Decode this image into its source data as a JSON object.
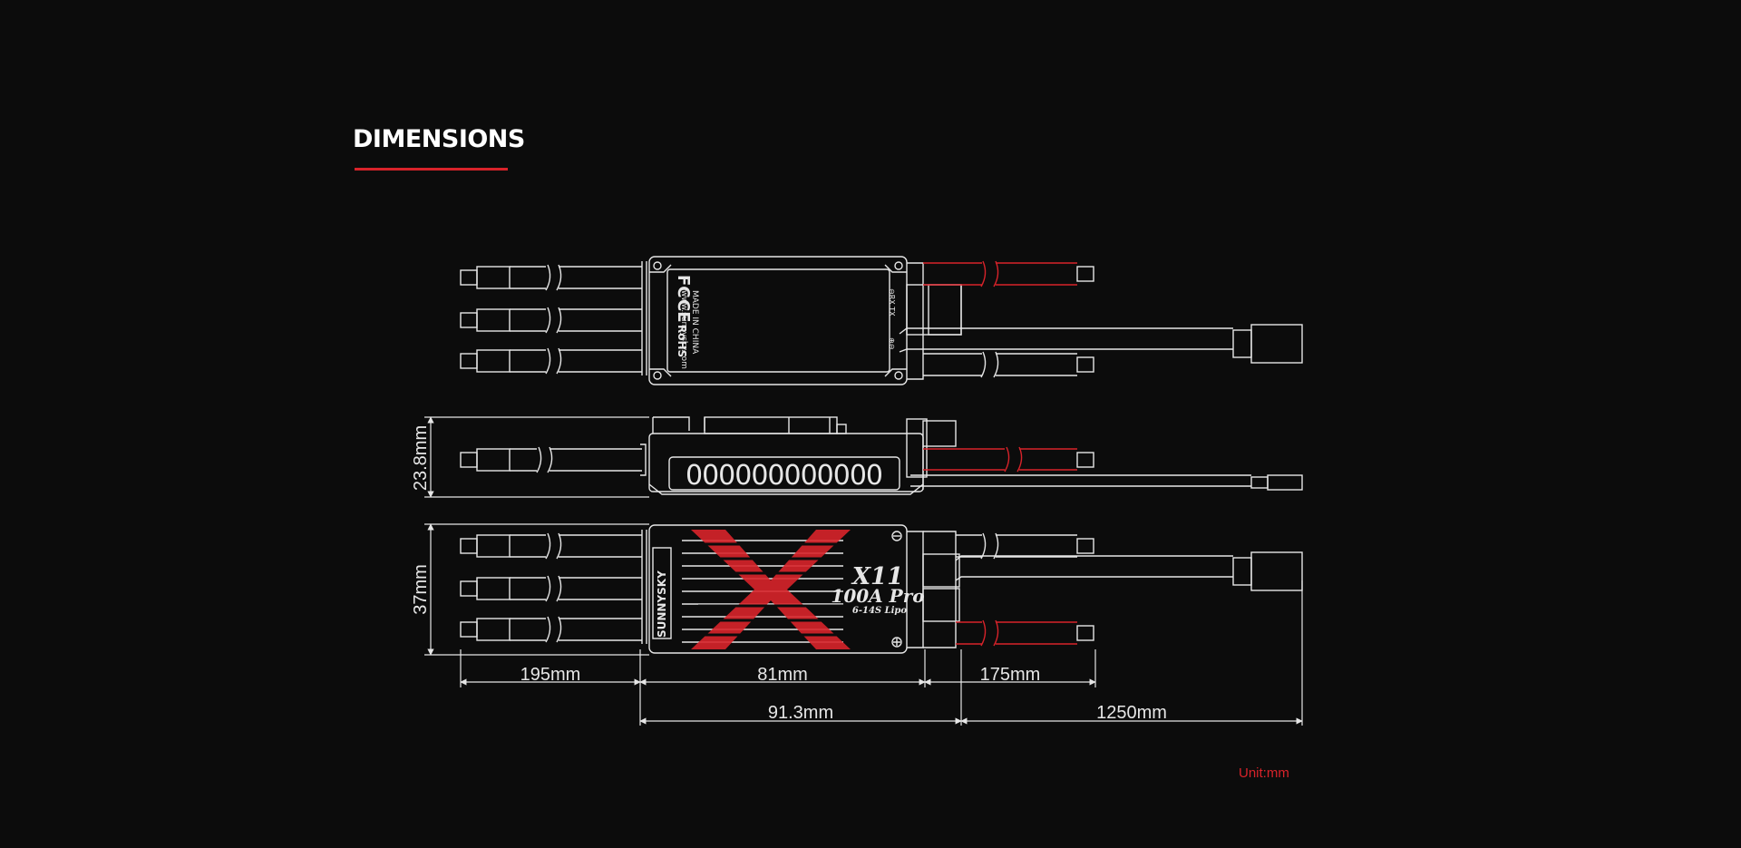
{
  "header": {
    "title": "DIMENSIONS"
  },
  "accent_color": "#d8232a",
  "line_color": "#e6e6e6",
  "top_view": {
    "logos": [
      "FC",
      "CE",
      "RoHS"
    ],
    "text_lines": [
      "MADE IN CHINA",
      "www.sunnysky.com"
    ],
    "port_label": "⊖RX TX",
    "side_label": "⊕⊖"
  },
  "side_view": {
    "vent_text": "000000000000"
  },
  "bottom_view": {
    "brand": "SUNNYSKY",
    "model_line1": "X11",
    "model_line2": "100A Pro",
    "model_line3": "6-14S Lipo"
  },
  "dimensions": {
    "height": "23.8mm",
    "width": "37mm",
    "motor_wire": "195mm",
    "body_length": "81mm",
    "battery_wire": "175mm",
    "overall_length": "91.3mm",
    "signal_wire": "1250mm"
  },
  "unit_label": "Unit:mm"
}
